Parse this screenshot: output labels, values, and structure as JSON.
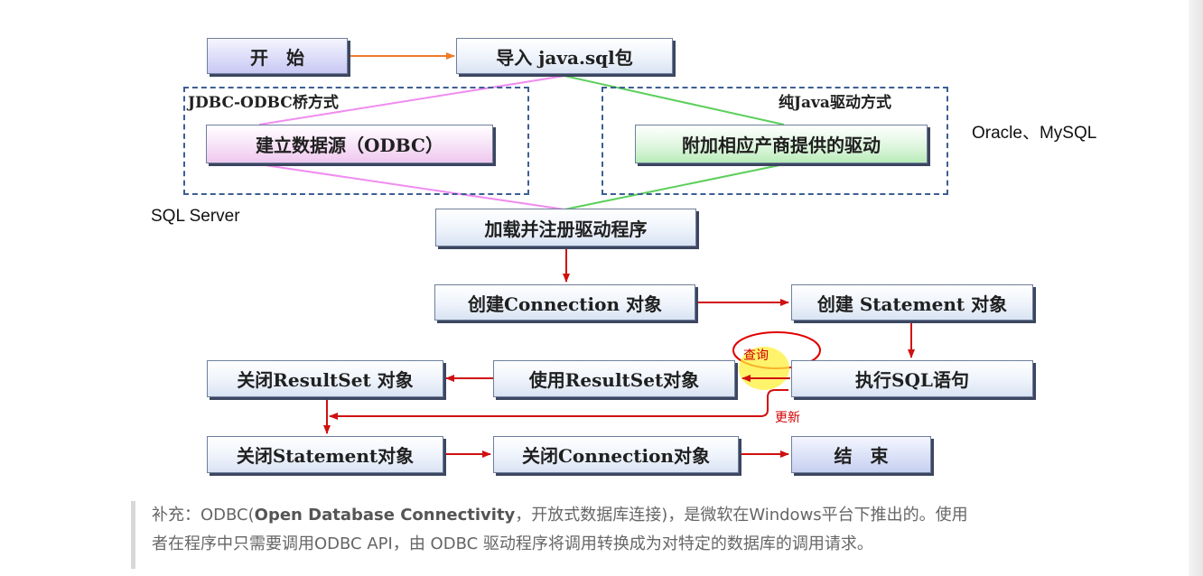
{
  "nodes": {
    "start": "开　始",
    "import": "导入 java.sql包",
    "create_odbc": "建立数据源（ODBC）",
    "vendor_driver": "附加相应产商提供的驱动",
    "load_driver": "加载并注册驱动程序",
    "create_connection": "创建Connection 对象",
    "create_statement": "创建 Statement 对象",
    "execute_sql": "执行SQL语句",
    "use_resultset": "使用ResultSet对象",
    "close_resultset": "关闭ResultSet 对象",
    "close_statement": "关闭Statement对象",
    "close_connection": "关闭Connection对象",
    "end": "结　束"
  },
  "groups": {
    "jdbc_odbc": "JDBC-ODBC桥方式",
    "pure_java": "纯Java驱动方式"
  },
  "annotations": {
    "sql_server": "SQL Server",
    "oracle_mysql": "Oracle、MySQL",
    "query": "查询",
    "update": "更新"
  },
  "supplement": {
    "prefix": "补充：ODBC(",
    "bold": "Open Database Connectivity",
    "line1_rest": "，开放式数据库连接)，是微软在Windows平台下推出的。使用",
    "line2": "者在程序中只需要调用ODBC API，由 ODBC 驱动程序将调用转换成为对特定的数据库的调用请求。"
  },
  "colors": {
    "pink_path": "#f08cf0",
    "green_path": "#5ccf5c",
    "orange_arrow": "#f07b2a",
    "red_arrow": "#d01010",
    "dashed_border": "#3c5e94"
  }
}
